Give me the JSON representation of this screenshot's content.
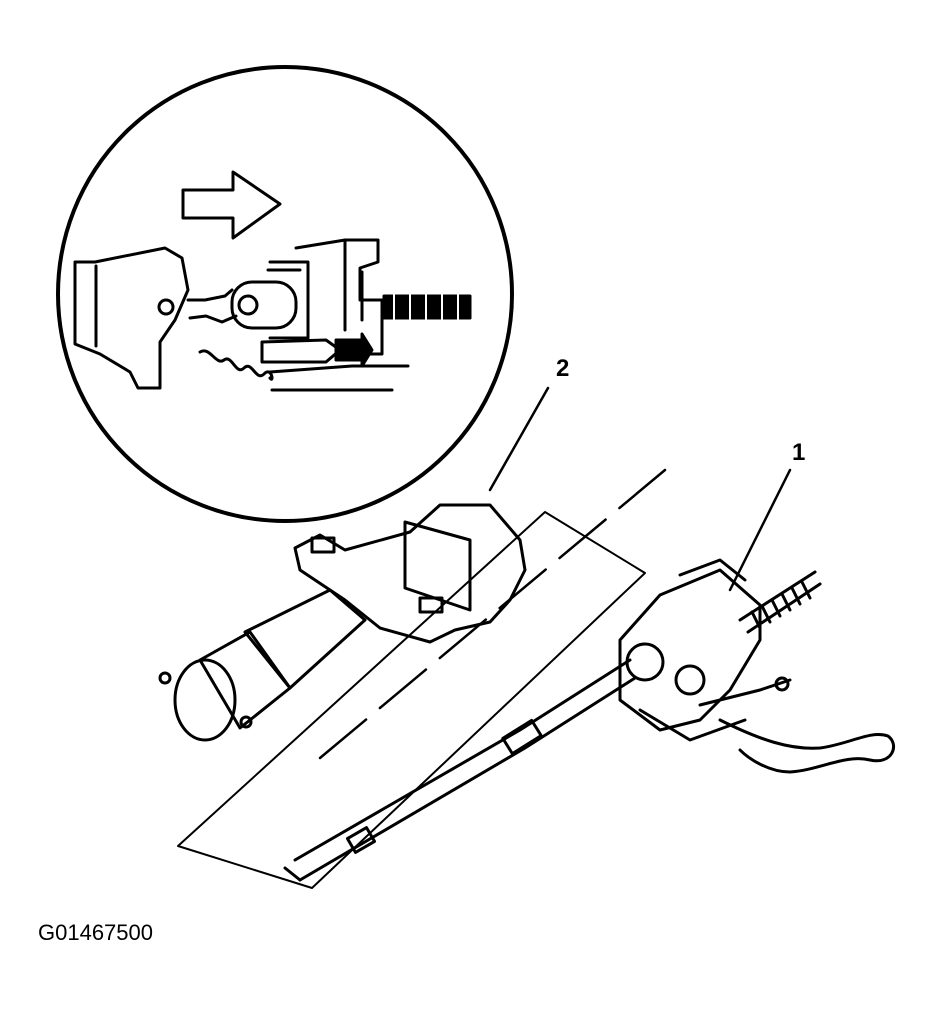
{
  "figure": {
    "callouts": [
      {
        "id": "callout-1",
        "label": "1"
      },
      {
        "id": "callout-2",
        "label": "2"
      }
    ],
    "figure_id": "G01467500"
  }
}
